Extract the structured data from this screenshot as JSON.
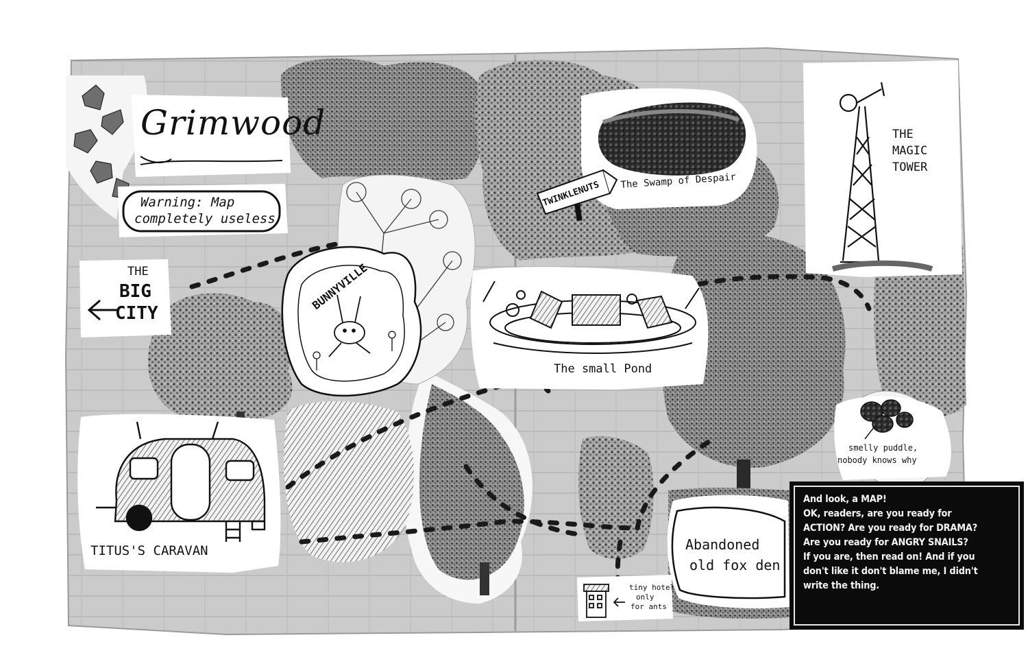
{
  "map": {
    "title": "Grimwood",
    "warning": [
      "Warning: Map",
      "completely useless"
    ],
    "big_city": [
      "THE",
      "BIG",
      "CITY"
    ],
    "bunnyville": "BUNNYVILLE",
    "twinklenuts": "TWINKLENUTS",
    "swamp": "The Swamp of Despair",
    "magic_tower": [
      "THE",
      "MAGIC",
      "TOWER"
    ],
    "small_pond": "The small Pond",
    "caravan": "TITUS'S CARAVAN",
    "puddle": [
      "smelly puddle,",
      "nobody knows why"
    ],
    "fox_den": [
      "Abandoned",
      "old fox den"
    ],
    "ant_hotel": [
      "tiny hotel",
      "only",
      "for ants"
    ]
  },
  "narration": {
    "lines": [
      "And look, a MAP!",
      "OK, readers, are you ready for",
      "ACTION? Are you ready for DRAMA?",
      "Are you ready for ANGRY SNAILS?",
      "If you are, then read on! And if you",
      "don't like it don't blame me, I didn't",
      "write the thing."
    ]
  },
  "colors": {
    "paper": "#c9c9c9",
    "ink": "#111111",
    "narration_bg": "#0b0b0b",
    "narration_text": "#f4f4f4"
  }
}
